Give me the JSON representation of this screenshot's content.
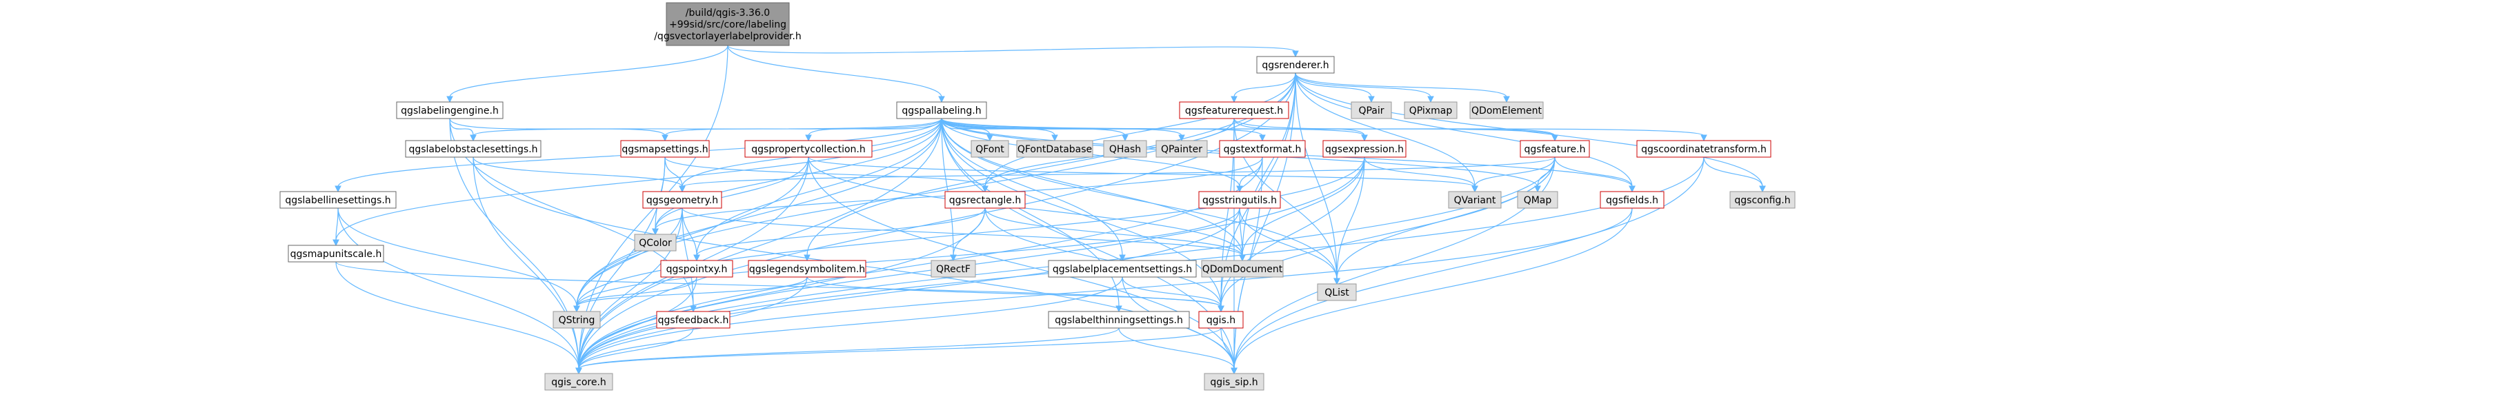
{
  "nodes": [
    {
      "id": "root",
      "label": "/build/qgis-3.36.0\n+99sid/src/core/labeling\n/qgsvectorlayerlabelprovider.h",
      "kind": "root"
    },
    {
      "id": "qgsrenderer",
      "label": "qgsrenderer.h",
      "kind": "plain"
    },
    {
      "id": "qgslabelingengine",
      "label": "qgslabelingengine.h",
      "kind": "plain"
    },
    {
      "id": "qgspallabeling",
      "label": "qgspallabeling.h",
      "kind": "plain"
    },
    {
      "id": "qgsfeaturerequest",
      "label": "qgsfeaturerequest.h",
      "kind": "red"
    },
    {
      "id": "QPair",
      "label": "QPair",
      "kind": "ext"
    },
    {
      "id": "QPixmap",
      "label": "QPixmap",
      "kind": "ext"
    },
    {
      "id": "QDomElement",
      "label": "QDomElement",
      "kind": "ext"
    },
    {
      "id": "qgslabelobstaclesettings",
      "label": "qgslabelobstaclesettings.h",
      "kind": "plain"
    },
    {
      "id": "qgsmapsettings",
      "label": "qgsmapsettings.h",
      "kind": "red"
    },
    {
      "id": "qgspropertycollection",
      "label": "qgspropertycollection.h",
      "kind": "red"
    },
    {
      "id": "QFont",
      "label": "QFont",
      "kind": "ext"
    },
    {
      "id": "QFontDatabase",
      "label": "QFontDatabase",
      "kind": "ext"
    },
    {
      "id": "QHash",
      "label": "QHash",
      "kind": "ext"
    },
    {
      "id": "QPainter",
      "label": "QPainter",
      "kind": "ext"
    },
    {
      "id": "qgstextformat",
      "label": "qgstextformat.h",
      "kind": "red"
    },
    {
      "id": "qgsexpression",
      "label": "qgsexpression.h",
      "kind": "red"
    },
    {
      "id": "qgsfeature",
      "label": "qgsfeature.h",
      "kind": "red"
    },
    {
      "id": "qgscoordinatetransform",
      "label": "qgscoordinatetransform.h",
      "kind": "red"
    },
    {
      "id": "qgslabellinesettings",
      "label": "qgslabellinesettings.h",
      "kind": "plain"
    },
    {
      "id": "qgsgeometry",
      "label": "qgsgeometry.h",
      "kind": "red"
    },
    {
      "id": "QColor",
      "label": "QColor",
      "kind": "ext"
    },
    {
      "id": "qgsrectangle",
      "label": "qgsrectangle.h",
      "kind": "red"
    },
    {
      "id": "qgsstringutils",
      "label": "qgsstringutils.h",
      "kind": "red"
    },
    {
      "id": "QVariant",
      "label": "QVariant",
      "kind": "ext"
    },
    {
      "id": "QMap",
      "label": "QMap",
      "kind": "ext"
    },
    {
      "id": "qgsfields",
      "label": "qgsfields.h",
      "kind": "red"
    },
    {
      "id": "qgsconfig",
      "label": "qgsconfig.h",
      "kind": "lib"
    },
    {
      "id": "qgsmapunitscale",
      "label": "qgsmapunitscale.h",
      "kind": "plain"
    },
    {
      "id": "qgspointxy",
      "label": "qgspointxy.h",
      "kind": "red"
    },
    {
      "id": "qgslegendsymbolitem",
      "label": "qgslegendsymbolitem.h",
      "kind": "red"
    },
    {
      "id": "qgslabelplacementsettings",
      "label": "qgslabelplacementsettings.h",
      "kind": "plain"
    },
    {
      "id": "QRectF",
      "label": "QRectF",
      "kind": "ext"
    },
    {
      "id": "QDomDocument",
      "label": "QDomDocument",
      "kind": "ext"
    },
    {
      "id": "QList",
      "label": "QList",
      "kind": "ext"
    },
    {
      "id": "QString",
      "label": "QString",
      "kind": "ext"
    },
    {
      "id": "qgsfeedback",
      "label": "qgsfeedback.h",
      "kind": "red"
    },
    {
      "id": "qgslabelthinningsettings",
      "label": "qgslabelthinningsettings.h",
      "kind": "plain"
    },
    {
      "id": "qgis",
      "label": "qgis.h",
      "kind": "red"
    },
    {
      "id": "qgis_core",
      "label": "qgis_core.h",
      "kind": "lib"
    },
    {
      "id": "qgis_sip",
      "label": "qgis_sip.h",
      "kind": "lib"
    }
  ],
  "edges": [
    [
      "root",
      "qgsrenderer"
    ],
    [
      "root",
      "qgslabelingengine"
    ],
    [
      "root",
      "qgspallabeling"
    ],
    [
      "root",
      "qgis_core"
    ],
    [
      "qgsrenderer",
      "qgis_core"
    ],
    [
      "qgsrenderer",
      "qgis_sip"
    ],
    [
      "qgsrenderer",
      "qgis"
    ],
    [
      "qgsrenderer",
      "QList"
    ],
    [
      "qgsrenderer",
      "QString"
    ],
    [
      "qgsrenderer",
      "QVariant"
    ],
    [
      "qgsrenderer",
      "QPair"
    ],
    [
      "qgsrenderer",
      "QPixmap"
    ],
    [
      "qgsrenderer",
      "QDomElement"
    ],
    [
      "qgsrenderer",
      "QDomDocument"
    ],
    [
      "qgsrenderer",
      "qgsfields"
    ],
    [
      "qgsrenderer",
      "qgsfeaturerequest"
    ],
    [
      "qgsrenderer",
      "qgsconfig"
    ],
    [
      "qgsrenderer",
      "qgslegendsymbolitem"
    ],
    [
      "qgsrenderer",
      "qgsrectangle"
    ],
    [
      "qgslabelingengine",
      "qgis_core"
    ],
    [
      "qgslabelingengine",
      "qgsmapsettings"
    ],
    [
      "qgslabelingengine",
      "qgslabelobstaclesettings"
    ],
    [
      "qgslabelingengine",
      "qgsfeedback"
    ],
    [
      "qgspallabeling",
      "qgis_core"
    ],
    [
      "qgspallabeling",
      "qgis_sip"
    ],
    [
      "qgspallabeling",
      "qgis"
    ],
    [
      "qgspallabeling",
      "QString"
    ],
    [
      "qgspallabeling",
      "QFont"
    ],
    [
      "qgspallabeling",
      "QFontDatabase"
    ],
    [
      "qgspallabeling",
      "QColor"
    ],
    [
      "qgspallabeling",
      "QHash"
    ],
    [
      "qgspallabeling",
      "QList"
    ],
    [
      "qgspallabeling",
      "QRectF"
    ],
    [
      "qgspallabeling",
      "QMap"
    ],
    [
      "qgspallabeling",
      "QPainter"
    ],
    [
      "qgspallabeling",
      "qgsfeature"
    ],
    [
      "qgspallabeling",
      "qgsgeometry"
    ],
    [
      "qgspallabeling",
      "qgsfields"
    ],
    [
      "qgspallabeling",
      "qgspointxy"
    ],
    [
      "qgspallabeling",
      "qgsmapunitscale"
    ],
    [
      "qgspallabeling",
      "qgsstringutils"
    ],
    [
      "qgspallabeling",
      "qgstextformat"
    ],
    [
      "qgspallabeling",
      "qgspropertycollection"
    ],
    [
      "qgspallabeling",
      "qgslabelobstaclesettings"
    ],
    [
      "qgspallabeling",
      "qgslabelthinningsettings"
    ],
    [
      "qgspallabeling",
      "qgslabellinesettings"
    ],
    [
      "qgspallabeling",
      "qgslabelplacementsettings"
    ],
    [
      "qgspallabeling",
      "qgscoordinatetransform"
    ],
    [
      "qgspallabeling",
      "qgsexpression"
    ],
    [
      "qgspallabeling",
      "qgsmapsettings"
    ],
    [
      "qgspallabeling",
      "QDomDocument"
    ],
    [
      "qgsfeaturerequest",
      "qgsfeature"
    ],
    [
      "qgsfeaturerequest",
      "qgsexpression"
    ],
    [
      "qgsfeaturerequest",
      "qgsrectangle"
    ],
    [
      "qgsfeaturerequest",
      "qgis"
    ],
    [
      "qgsfeaturerequest",
      "QList"
    ],
    [
      "qgsfeaturerequest",
      "qgis_sip"
    ],
    [
      "qgslabelobstaclesettings",
      "qgis_core"
    ],
    [
      "qgslabelobstaclesettings",
      "qgsgeometry"
    ],
    [
      "qgslabelobstaclesettings",
      "qgis_sip"
    ],
    [
      "qgsmapsettings",
      "qgsgeometry"
    ],
    [
      "qgsmapsettings",
      "qgsrectangle"
    ],
    [
      "qgsmapsettings",
      "QColor"
    ],
    [
      "qgsmapsettings",
      "qgis_core"
    ],
    [
      "qgspropertycollection",
      "qgis_core"
    ],
    [
      "qgspropertycollection",
      "QString"
    ],
    [
      "qgspropertycollection",
      "QVariant"
    ],
    [
      "qgspropertycollection",
      "QColor"
    ],
    [
      "qgspropertycollection",
      "QDomDocument"
    ],
    [
      "qgspropertycollection",
      "qgis_sip"
    ],
    [
      "qgstextformat",
      "qgsstringutils"
    ],
    [
      "qgstextformat",
      "QColor"
    ],
    [
      "qgstextformat",
      "qgis_sip"
    ],
    [
      "qgstextformat",
      "qgis_core"
    ],
    [
      "qgsexpression",
      "QVariant"
    ],
    [
      "qgsexpression",
      "QString"
    ],
    [
      "qgsexpression",
      "QList"
    ],
    [
      "qgsexpression",
      "QDomDocument"
    ],
    [
      "qgsexpression",
      "qgis"
    ],
    [
      "qgsexpression",
      "qgis_core"
    ],
    [
      "qgsfeature",
      "QMap"
    ],
    [
      "qgsfeature",
      "QVariant"
    ],
    [
      "qgsfeature",
      "QList"
    ],
    [
      "qgsfeature",
      "qgsfields"
    ],
    [
      "qgsfeature",
      "qgsgeometry"
    ],
    [
      "qgsfeature",
      "qgis_core"
    ],
    [
      "qgsfeature",
      "qgis_sip"
    ],
    [
      "qgsfeature",
      "qgis"
    ],
    [
      "qgscoordinatetransform",
      "qgsconfig"
    ],
    [
      "qgscoordinatetransform",
      "qgis_sip"
    ],
    [
      "qgscoordinatetransform",
      "qgis_core"
    ],
    [
      "qgslabellinesettings",
      "qgis_core"
    ],
    [
      "qgslabellinesettings",
      "qgsmapunitscale"
    ],
    [
      "qgslabellinesettings",
      "QString"
    ],
    [
      "qgsgeometry",
      "qgspointxy"
    ],
    [
      "qgsgeometry",
      "qgis_core"
    ],
    [
      "qgsgeometry",
      "qgsfeedback"
    ],
    [
      "qgsgeometry",
      "QDomDocument"
    ],
    [
      "qgsgeometry",
      "QString"
    ],
    [
      "qgsrectangle",
      "qgis_core"
    ],
    [
      "qgsrectangle",
      "qgis"
    ],
    [
      "qgsrectangle",
      "QDomDocument"
    ],
    [
      "qgsrectangle",
      "QRectF"
    ],
    [
      "qgsrectangle",
      "qgspointxy"
    ],
    [
      "qgsstringutils",
      "QString"
    ],
    [
      "qgsstringutils",
      "QList"
    ],
    [
      "qgsstringutils",
      "QDomDocument"
    ],
    [
      "qgsstringutils",
      "qgis_core"
    ],
    [
      "qgsfields",
      "qgis_sip"
    ],
    [
      "qgsfields",
      "qgis_core"
    ],
    [
      "qgsmapunitscale",
      "qgis_core"
    ],
    [
      "qgsmapunitscale",
      "qgis"
    ],
    [
      "qgspointxy",
      "qgis_core"
    ],
    [
      "qgspointxy",
      "QString"
    ],
    [
      "qgslegendsymbolitem",
      "qgis_core"
    ],
    [
      "qgslegendsymbolitem",
      "qgis"
    ],
    [
      "qgslegendsymbolitem",
      "QString"
    ],
    [
      "qgslabelplacementsettings",
      "qgis_core"
    ],
    [
      "qgslabelplacementsettings",
      "qgis"
    ],
    [
      "qgslabelplacementsettings",
      "qgis_sip"
    ],
    [
      "qgsfeedback",
      "qgis_core"
    ],
    [
      "qgslabelthinningsettings",
      "qgis_core"
    ],
    [
      "qgslabelthinningsettings",
      "qgis_sip"
    ],
    [
      "qgis",
      "qgis_core"
    ],
    [
      "qgis",
      "qgis_sip"
    ]
  ]
}
